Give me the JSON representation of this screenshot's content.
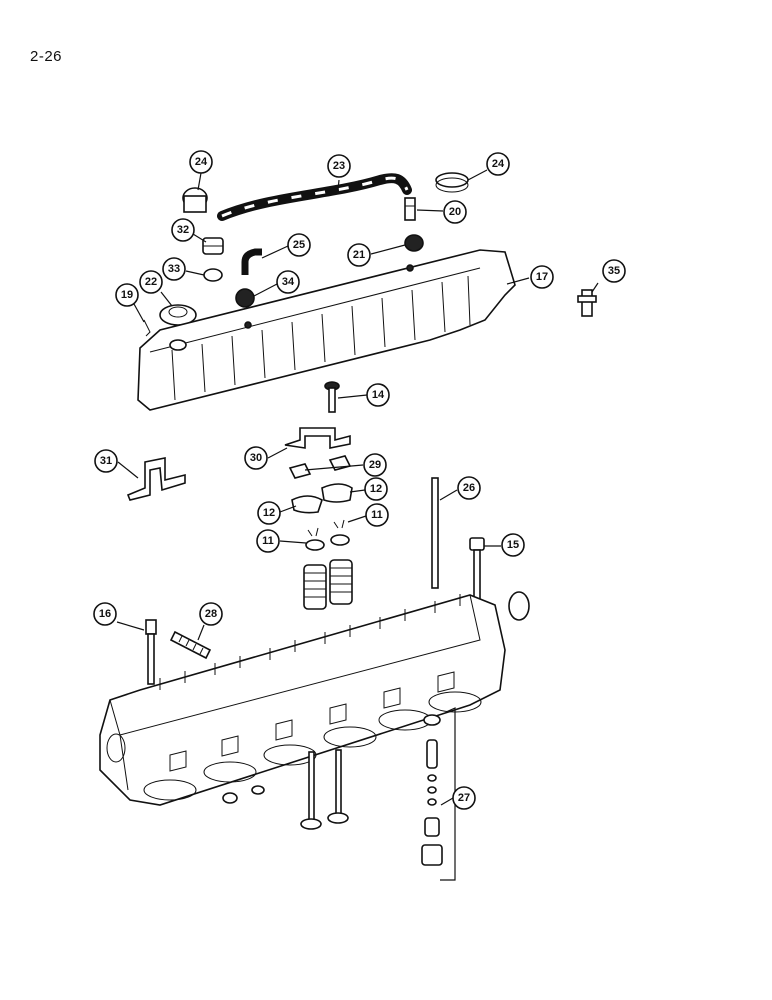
{
  "page": {
    "number": "2-26"
  },
  "callouts": [
    {
      "id": "c24a",
      "label": "24"
    },
    {
      "id": "c23",
      "label": "23"
    },
    {
      "id": "c24b",
      "label": "24"
    },
    {
      "id": "c20",
      "label": "20"
    },
    {
      "id": "c32",
      "label": "32"
    },
    {
      "id": "c25",
      "label": "25"
    },
    {
      "id": "c21",
      "label": "21"
    },
    {
      "id": "c33",
      "label": "33"
    },
    {
      "id": "c22",
      "label": "22"
    },
    {
      "id": "c34",
      "label": "34"
    },
    {
      "id": "c17",
      "label": "17"
    },
    {
      "id": "c35",
      "label": "35"
    },
    {
      "id": "c19",
      "label": "19"
    },
    {
      "id": "c14",
      "label": "14"
    },
    {
      "id": "c30",
      "label": "30"
    },
    {
      "id": "c29",
      "label": "29"
    },
    {
      "id": "c31",
      "label": "31"
    },
    {
      "id": "c12a",
      "label": "12"
    },
    {
      "id": "c26",
      "label": "26"
    },
    {
      "id": "c12b",
      "label": "12"
    },
    {
      "id": "c11a",
      "label": "11"
    },
    {
      "id": "c11b",
      "label": "11"
    },
    {
      "id": "c15",
      "label": "15"
    },
    {
      "id": "c16",
      "label": "16"
    },
    {
      "id": "c28",
      "label": "28"
    },
    {
      "id": "c27",
      "label": "27"
    }
  ]
}
